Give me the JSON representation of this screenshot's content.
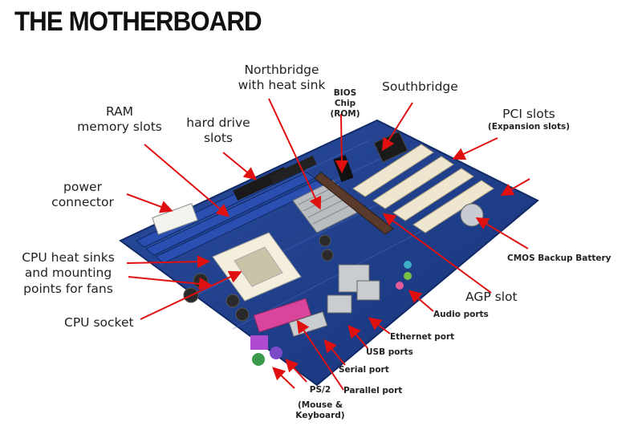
{
  "title": "THE MOTHERBOARD",
  "labels": {
    "northbridge_l1": "Northbridge",
    "northbridge_l2": "with heat sink",
    "bios_l1": "BIOS Chip",
    "bios_l2": "(ROM)",
    "southbridge": "Southbridge",
    "ram_l1": "RAM",
    "ram_l2": "memory slots",
    "hdd_l1": "hard drive",
    "hdd_l2": "slots",
    "pci_l1": "PCI slots",
    "pci_l2": "(Expansion slots)",
    "power_l1": "power",
    "power_l2": "connector",
    "cpu_hs_l1": "CPU heat sinks",
    "cpu_hs_l2": "and mounting",
    "cpu_hs_l3": "points for fans",
    "cpu_socket": "CPU socket",
    "cmos": "CMOS Backup Battery",
    "agp": "AGP slot",
    "audio": "Audio ports",
    "ethernet": "Ethernet port",
    "usb": "USB ports",
    "serial": "Serial port",
    "parallel": "Parallel port",
    "ps2_l1": "PS/2",
    "ps2_l2": "(Mouse & Keyboard)"
  },
  "colors": {
    "board": "#1f3f8f",
    "arrow": "#e01010",
    "ram_slot": "#2a4fb0",
    "pci_slot": "#efe6cf",
    "agp_slot": "#5a3a2a",
    "socket": "#f3efdc",
    "heatsink": "#b9bcc0"
  }
}
